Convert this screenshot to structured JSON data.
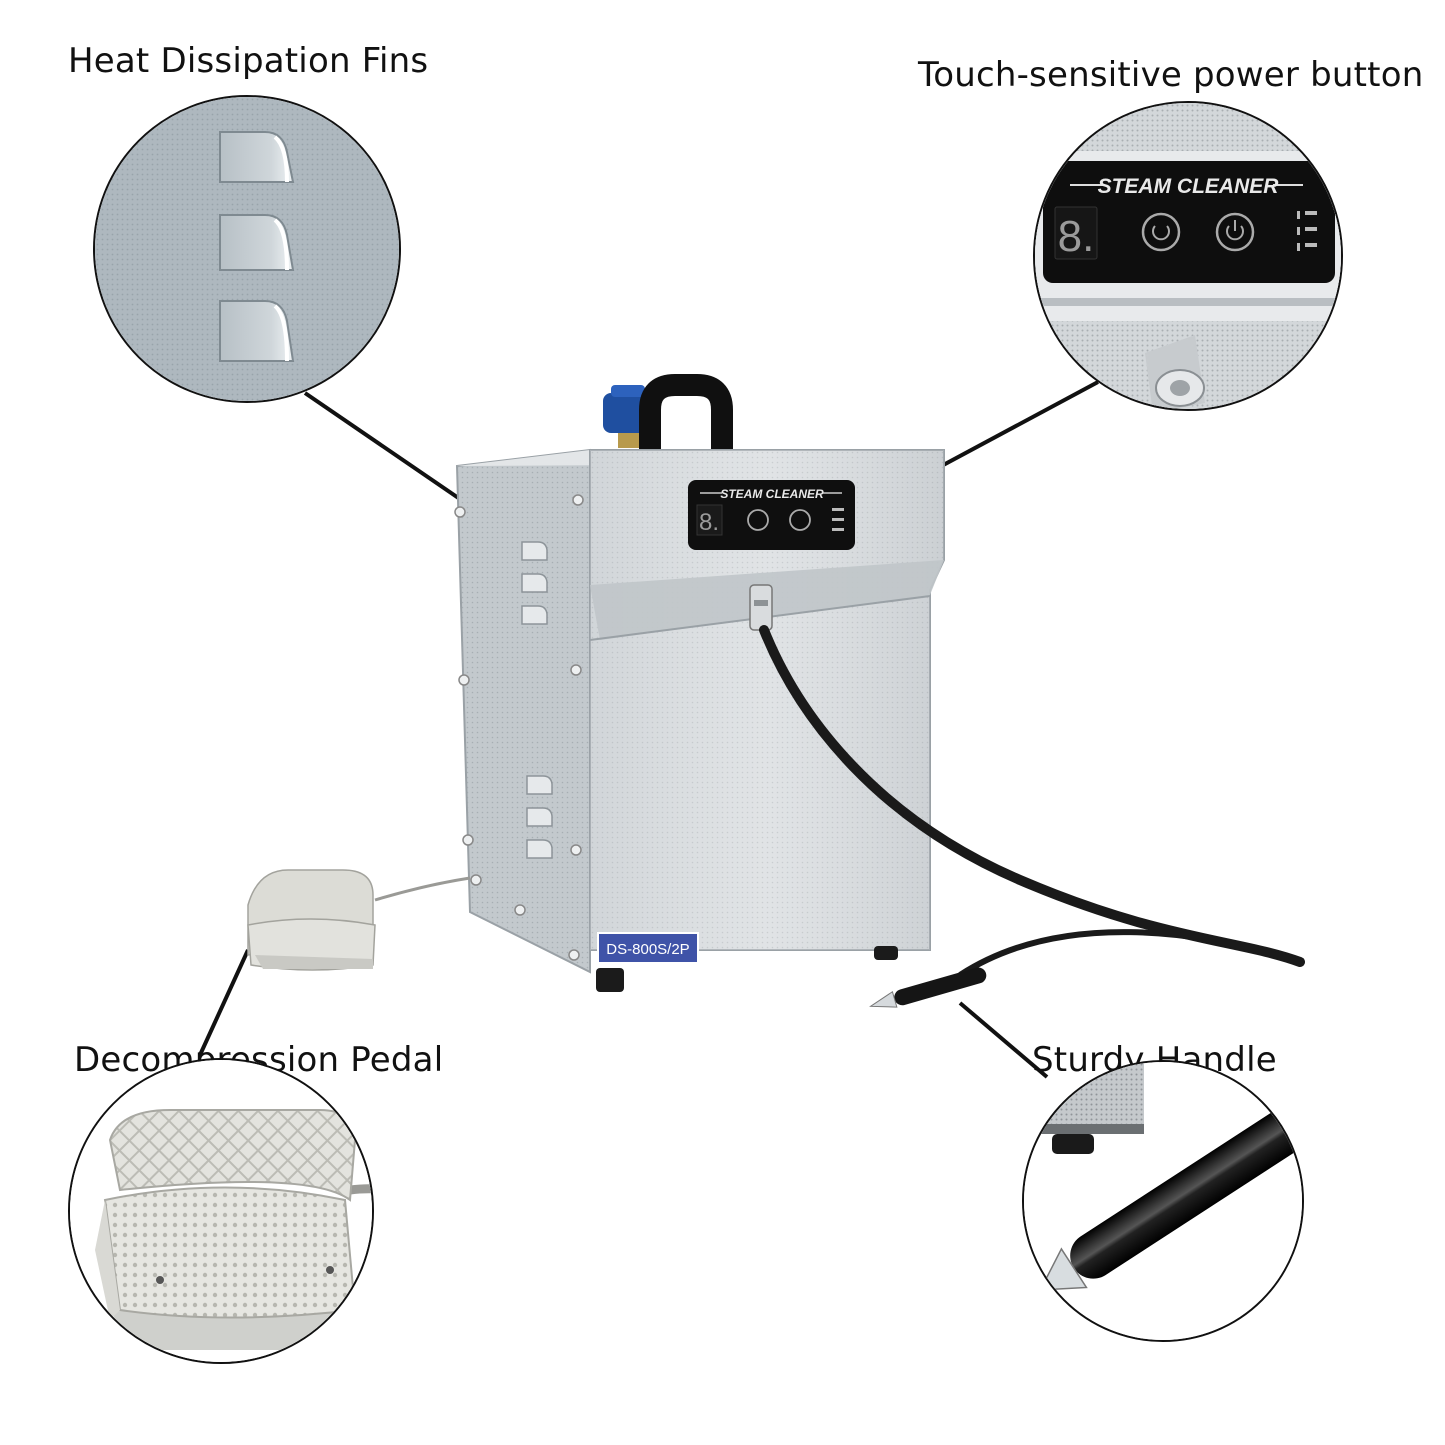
{
  "callouts": {
    "fins": "Heat Dissipation Fins",
    "power": "Touch-sensitive power button",
    "pedal": "Decompression Pedal",
    "handle": "Sturdy Handle"
  },
  "device": {
    "panel_title": "STEAM CLEANER",
    "model_badge": "DS-800S/2P",
    "display_digit": "8."
  },
  "colors": {
    "steel": "#c9ced3",
    "panel": "#111111",
    "badge": "#3f53a8",
    "knob": "#1f4fa0",
    "pedal": "#dcdcd6"
  }
}
